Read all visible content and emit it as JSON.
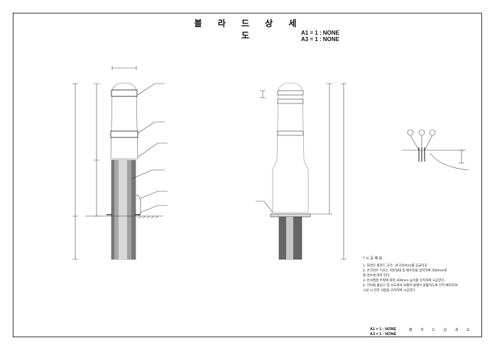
{
  "drawing": {
    "title": "볼 라 드 상 세 도",
    "scale_a1": "A1 = 1 : NONE",
    "scale_a3": "A3 = 1 : NONE"
  },
  "front_view": {
    "callouts": [
      "",
      "",
      "",
      "",
      "",
      ""
    ]
  },
  "notes": {
    "heading": "* 시 공 메 모",
    "items": [
      "1. 외경은 볼라드 규격 : Ø 250mm를 공급하고",
      "2. 콘크리트 기초는 지반형태 및 배수관을 설치하여 300mm로",
      "   할 경우에 따라 한다.",
      "3. 반사필름 부착에 따라 300mm 높이를 유지하여 시공한다.",
      "4. 지하철 출입구 및 보도에서 보행자 통행이 원활하도록 간격 배치하여",
      "   시설 시 안전 사항을 고려하여 시공한다."
    ]
  },
  "title_block": {
    "scale_a1": "A1 = 1 : NONE",
    "scale_a3": "A3 = 1 : NONE",
    "title": "볼 라 드 상 세 도"
  }
}
